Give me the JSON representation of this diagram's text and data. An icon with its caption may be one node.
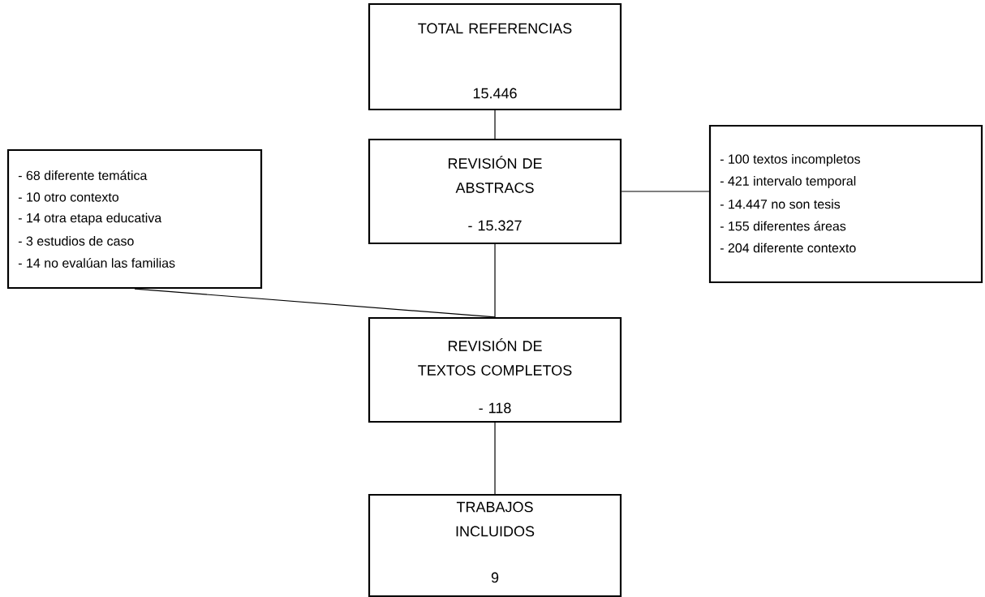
{
  "diagram": {
    "nodes": [
      {
        "text": [
          "TOTAL REFERENCIAS",
          "15.446"
        ]
      },
      {
        "text": [
          "REVISIÓN DE ABSTRACS",
          "- 15.327"
        ]
      },
      {
        "text": [
          "- 100 textos incompletos",
          "- 421 intervalo temporal",
          "- 14.447 no son tesis",
          "- 155 diferentes áreas",
          "- 204 diferente contexto"
        ]
      },
      {
        "text": [
          "- 68 diferente temática",
          "- 10 otro contexto",
          "- 14 otra etapa educativa",
          "- 3 estudios de caso",
          "- 14 no evalúan las familias"
        ]
      },
      {
        "text": [
          "REVISIÓN DE TEXTOS COMPLETOS",
          "- 118"
        ]
      },
      {
        "text": [
          "TRABAJOS INCLUIDOS",
          "9"
        ]
      }
    ],
    "edges": [
      {
        "from": 0,
        "to": 1,
        "arrow": "none"
      },
      {
        "from": 1,
        "to": 2,
        "arrow": "none"
      },
      {
        "from": 1,
        "to": 4,
        "arrow": "none"
      },
      {
        "from": 3,
        "to": 4,
        "arrow": "none"
      },
      {
        "from": 4,
        "to": 5,
        "arrow": "none"
      }
    ]
  }
}
